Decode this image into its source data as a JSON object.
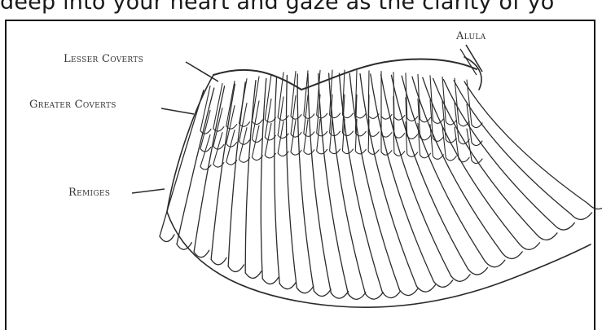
{
  "caption": "deep into your heart and gaze as the clarity of yo",
  "labels": {
    "alula": "Alula",
    "lesser_coverts": "Lesser Coverts",
    "greater_coverts": "Greater Coverts",
    "remiges": "Remiges"
  },
  "colors": {
    "ink": "#2b2b2b",
    "paper": "#ffffff"
  }
}
